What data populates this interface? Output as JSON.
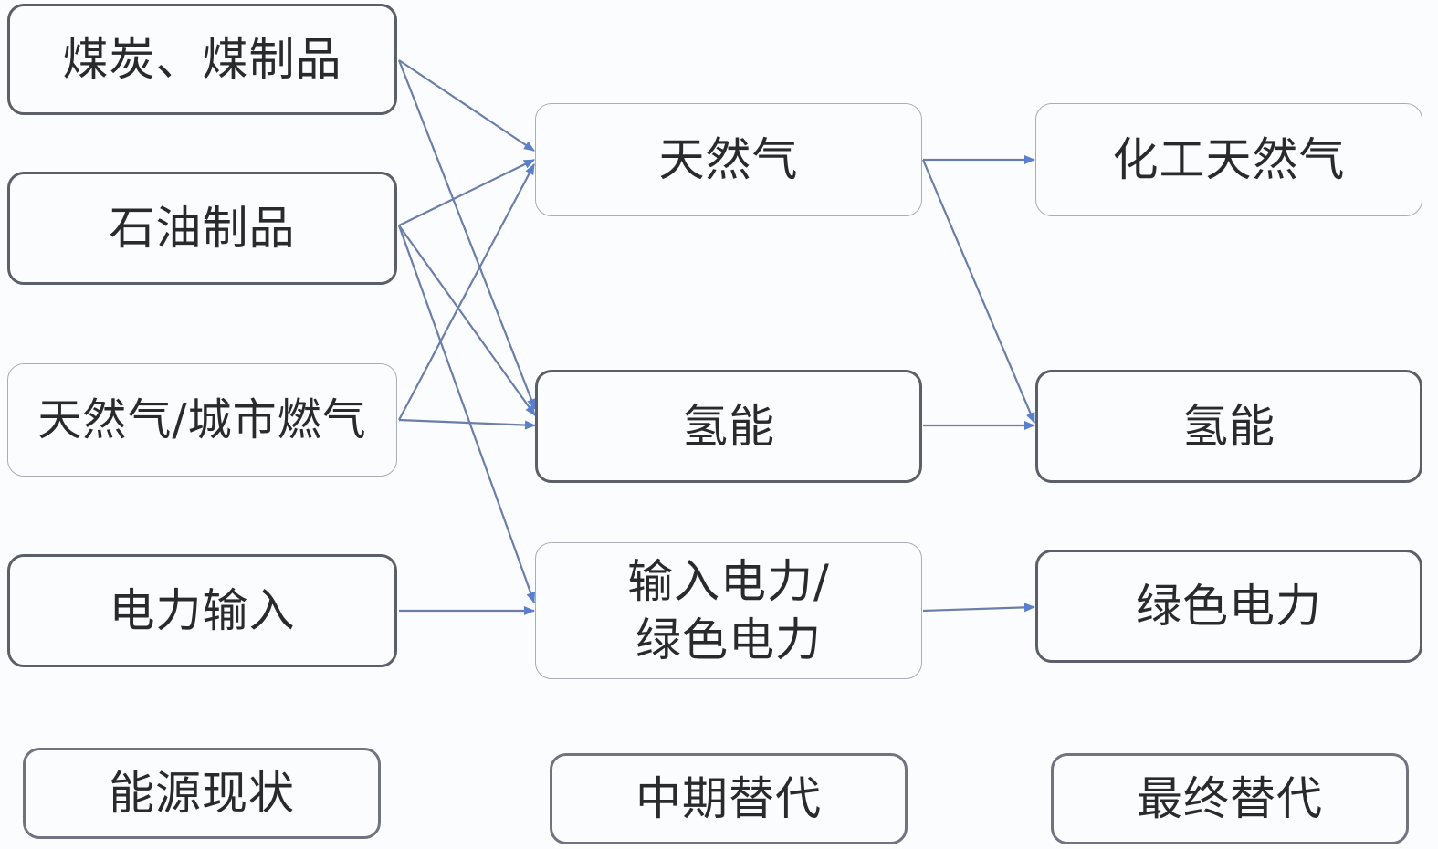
{
  "columns": {
    "current": "能源现状",
    "mid_term": "中期替代",
    "final": "最终替代"
  },
  "sources": {
    "coal": "煤炭、煤制品",
    "oil": "石油制品",
    "gas_city": "天然气/城市燃气",
    "power_input": "电力输入"
  },
  "mid": {
    "natural_gas": "天然气",
    "hydrogen": "氢能",
    "power_line1": "输入电力/",
    "power_line2": "绿色电力"
  },
  "final": {
    "chem_gas": "化工天然气",
    "hydrogen": "氢能",
    "green_power": "绿色电力"
  },
  "colors": {
    "arrow": "#6b7ea8",
    "arrow_head": "#5b7fcc",
    "box_border_strong": "#5a5f6a",
    "box_border_light": "#a9adb5"
  }
}
